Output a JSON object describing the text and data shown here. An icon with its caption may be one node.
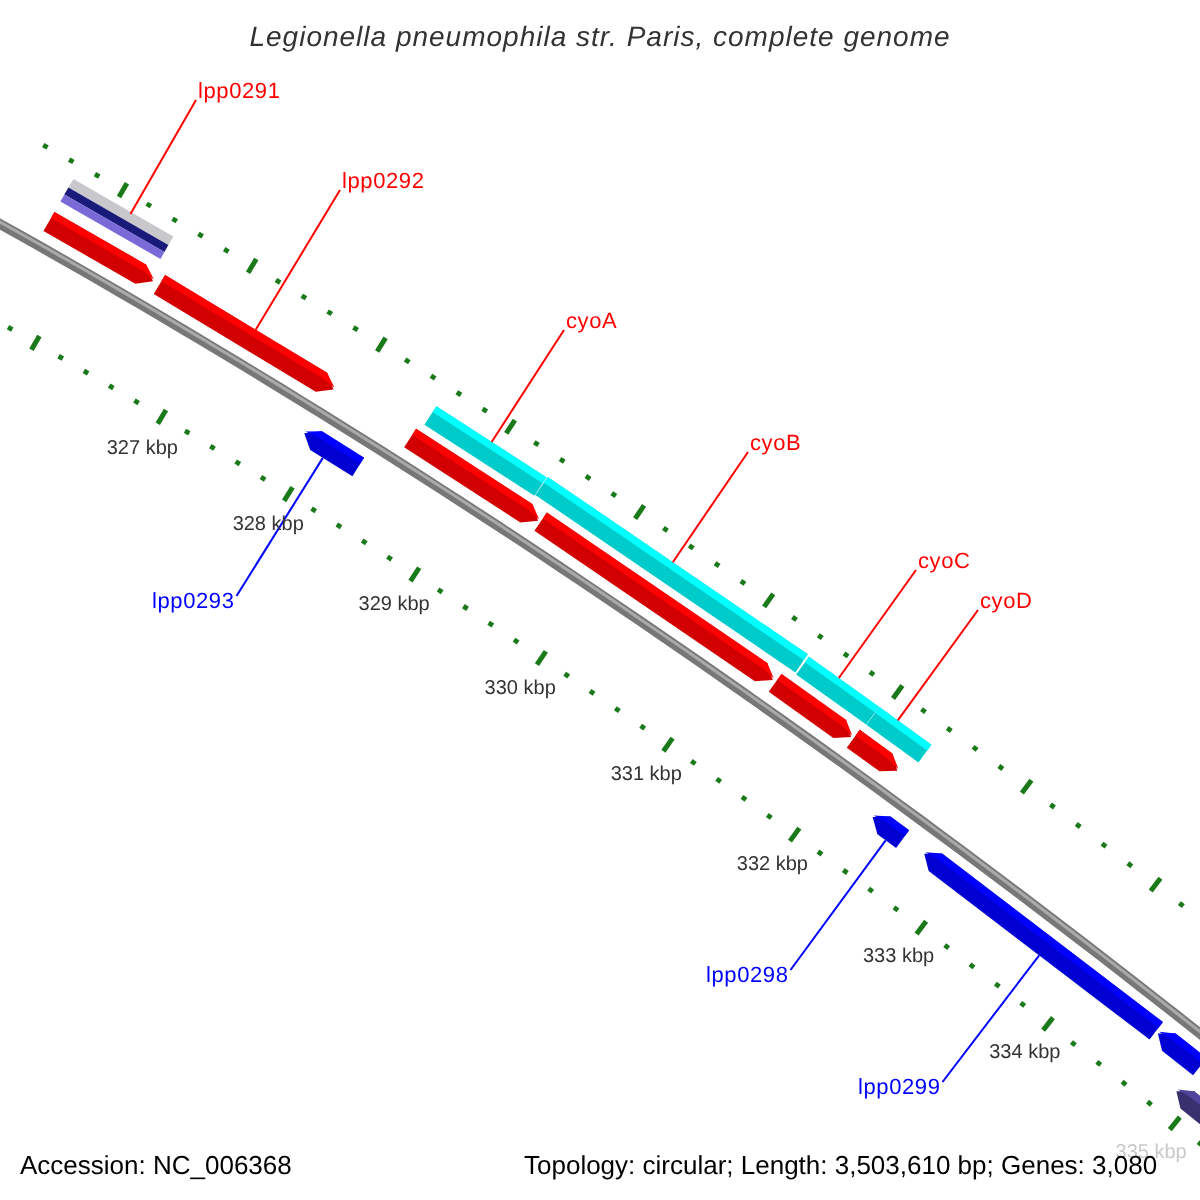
{
  "diagram": {
    "title": "Legionella pneumophila str. Paris, complete genome",
    "nodes": [
      {
        "text": [
          "lpp0291"
        ]
      },
      {
        "text": [
          "lpp0292"
        ]
      },
      {
        "text": [
          "cyoA"
        ]
      },
      {
        "text": [
          "cyoB"
        ]
      },
      {
        "text": [
          "cyoC"
        ]
      },
      {
        "text": [
          "cyoD"
        ]
      },
      {
        "text": [
          "lpp0293"
        ]
      },
      {
        "text": [
          "lpp0298"
        ]
      },
      {
        "text": [
          "lpp0299"
        ]
      },
      {
        "text": [],
        "shape": "bar"
      },
      {
        "text": [],
        "shape": "bar"
      },
      {
        "text": [],
        "shape": "bar"
      },
      {
        "text": [],
        "shape": "bar"
      },
      {
        "text": [],
        "shape": "bar"
      },
      {
        "text": [],
        "shape": "bar"
      },
      {
        "text": [],
        "shape": "bar"
      },
      {
        "text": [],
        "shape": "bar"
      },
      {
        "text": [],
        "shape": "bar"
      },
      {
        "text": [],
        "shape": "bar"
      },
      {
        "text": [],
        "shape": "bar"
      },
      {
        "text": [],
        "shape": "bar"
      },
      {
        "text": [],
        "shape": "bar"
      },
      {
        "text": [],
        "shape": "bar"
      },
      {
        "text": [],
        "shape": "bar"
      },
      {
        "text": [],
        "shape": "bar"
      }
    ],
    "edges": [
      {
        "from": 0,
        "to": 9,
        "arrow": "none"
      },
      {
        "from": 1,
        "to": 11,
        "arrow": "none"
      },
      {
        "from": 2,
        "to": 13,
        "arrow": "none"
      },
      {
        "from": 3,
        "to": 14,
        "arrow": "none"
      },
      {
        "from": 4,
        "to": 15,
        "arrow": "none"
      },
      {
        "from": 5,
        "to": 16,
        "arrow": "none"
      },
      {
        "from": 6,
        "to": 12,
        "arrow": "none",
        "color": "#0000ff"
      },
      {
        "from": 7,
        "to": 21,
        "arrow": "none",
        "color": "#0000ff"
      },
      {
        "from": 8,
        "to": 22,
        "arrow": "none",
        "color": "#0000ff"
      }
    ],
    "labels": [
      "327 kbp",
      "328 kbp",
      "329 kbp",
      "330 kbp",
      "331 kbp",
      "332 kbp",
      "333 kbp",
      "334 kbp",
      "335 kbp",
      "Accession: NC_006368",
      "Topology: circular; Length: 3,503,610 bp; Genes: 3,080"
    ]
  }
}
